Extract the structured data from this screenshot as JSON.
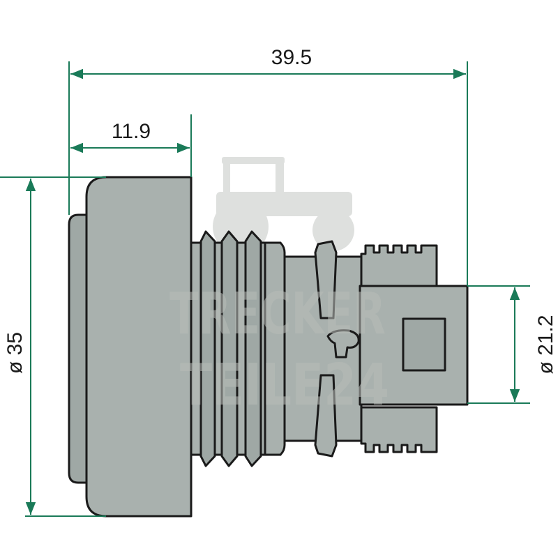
{
  "dimensions": {
    "overall_length": "39.5",
    "cap_length": "11.9",
    "cap_diameter": "ø 35",
    "connector_diameter": "ø 21.2"
  },
  "watermark": {
    "line1": "TRECKER",
    "line2": "TEILE24"
  },
  "colors": {
    "dimension_line": "#1a7a58",
    "part_fill": "#a9b1ae",
    "outline": "#1a1a1a",
    "watermark": "#b8bdb8"
  }
}
